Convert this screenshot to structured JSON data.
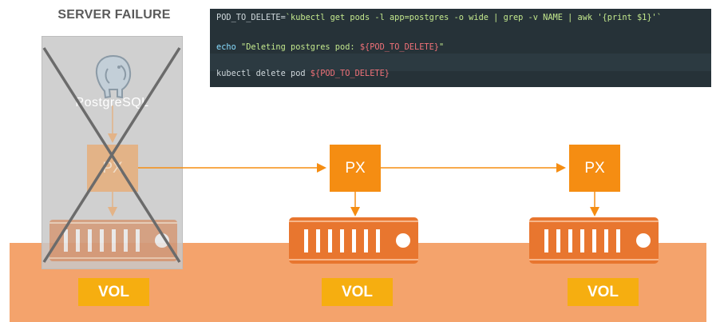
{
  "diagram": {
    "title": "SERVER FAILURE",
    "server": {
      "logo_label": "PostgreSQL",
      "logo_icon": "elephant-icon",
      "status": "failed"
    },
    "px_nodes": [
      {
        "label": "PX",
        "state": "failed"
      },
      {
        "label": "PX",
        "state": "active"
      },
      {
        "label": "PX",
        "state": "active"
      }
    ],
    "volumes": [
      {
        "label": "VOL"
      },
      {
        "label": "VOL"
      },
      {
        "label": "VOL"
      }
    ],
    "colors": {
      "px_orange": "#f58d12",
      "disk_orange": "#e8762f",
      "vol_yellow": "#f6ae10",
      "band_peach": "#f4a36c",
      "code_bg": "#263238"
    }
  },
  "code": {
    "line1": {
      "var_name": "POD_TO_DELETE=",
      "command": "`kubectl get pods -l app=postgres -o wide | grep -v NAME | awk '{print $1}'`"
    },
    "line2": {
      "keyword": "echo",
      "string": "\"Deleting postgres pod: ",
      "variable": "${POD_TO_DELETE}",
      "string_end": "\""
    },
    "line3": {
      "command": "kubectl delete pod ",
      "variable": "${POD_TO_DELETE}"
    }
  }
}
